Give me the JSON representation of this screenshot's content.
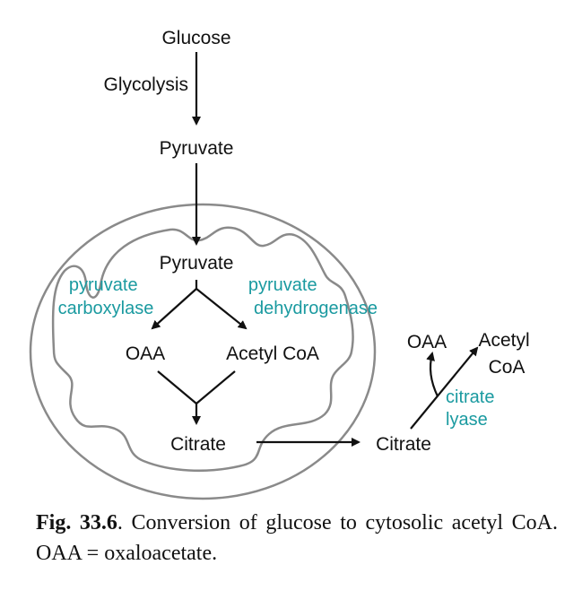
{
  "colors": {
    "enzyme": "#1a9aa0",
    "membrane": "#8a8a8a",
    "text": "#111111"
  },
  "diagram": {
    "glucose": "Glucose",
    "glycolysis": "Glycolysis",
    "pyruvate_cytosol": "Pyruvate",
    "pyruvate_mito": "Pyruvate",
    "pyruvate_carboxylase": [
      "pyruvate",
      "carboxylase"
    ],
    "pyruvate_dehydrogenase": [
      "pyruvate",
      "dehydrogenase"
    ],
    "oaa_mito": "OAA",
    "acetyl_coa_mito": "Acetyl CoA",
    "citrate_mito": "Citrate",
    "citrate_cytosol": "Citrate",
    "citrate_lyase": [
      "citrate",
      "lyase"
    ],
    "oaa_cytosol": "OAA",
    "acetyl_coa_cytosol": [
      "Acetyl",
      "CoA"
    ]
  },
  "caption": {
    "fig_label": "Fig. 33.6",
    "text": ". Conversion of glucose to cytosolic acetyl CoA. OAA = oxaloacetate."
  }
}
